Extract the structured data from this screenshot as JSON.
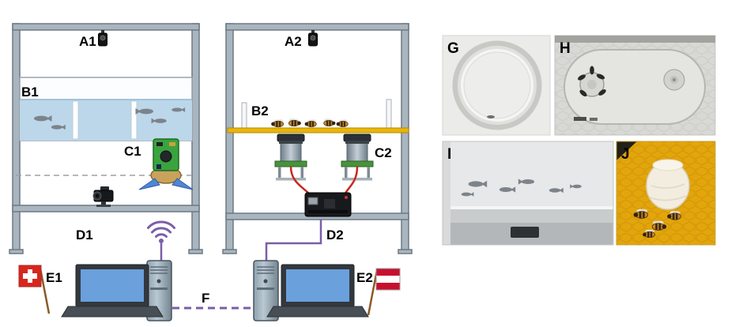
{
  "figure": {
    "fish_setup": {
      "camera": "A1",
      "water": "B1",
      "robot": "C1",
      "link": "D1",
      "computer": "E1"
    },
    "bee_setup": {
      "camera": "A2",
      "arena": "B2",
      "robot": "C2",
      "link": "D2",
      "computer": "E2"
    },
    "network": {
      "link": "F"
    },
    "photos": {
      "dish": "G",
      "bee_arena": "H",
      "fish_tank": "I",
      "bee_robot": "J"
    },
    "colors": {
      "frame": "#a9b5bf",
      "water": "#bcd7ea",
      "yellow_shelf": "#e9b50a",
      "wire_purple": "#7b5ea7",
      "wire_red": "#c8281e",
      "swiss_red": "#d8251d",
      "austria_red": "#c8102e",
      "laptop_screen": "#6aa0dc",
      "honeycomb_bg": "#e2a50b"
    }
  }
}
